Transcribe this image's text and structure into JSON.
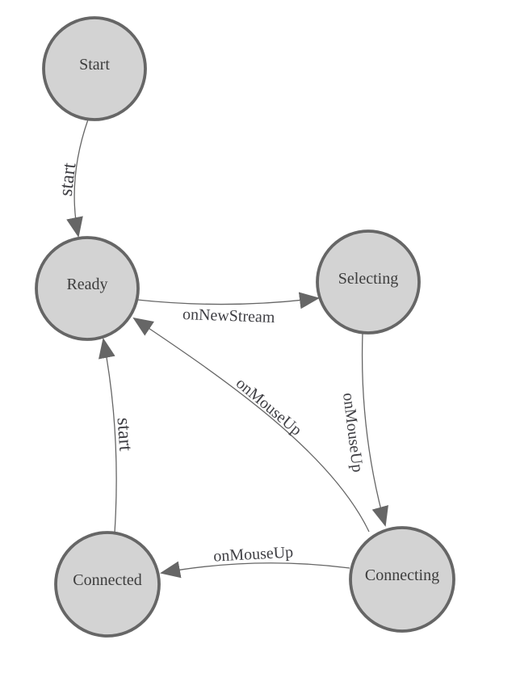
{
  "diagram": {
    "type": "state-machine",
    "nodes": [
      {
        "id": "start",
        "label": "Start"
      },
      {
        "id": "ready",
        "label": "Ready"
      },
      {
        "id": "selecting",
        "label": "Selecting"
      },
      {
        "id": "connecting",
        "label": "Connecting"
      },
      {
        "id": "connected",
        "label": "Connected"
      }
    ],
    "edges": [
      {
        "from": "start",
        "to": "ready",
        "label": "start"
      },
      {
        "from": "ready",
        "to": "selecting",
        "label": "onNewStream"
      },
      {
        "from": "selecting",
        "to": "connecting",
        "label": "onMouseUp"
      },
      {
        "from": "connecting",
        "to": "ready",
        "label": "onMouseUp"
      },
      {
        "from": "connecting",
        "to": "connected",
        "label": "onMouseUp"
      },
      {
        "from": "connected",
        "to": "ready",
        "label": "start"
      }
    ],
    "colors": {
      "node_fill": "#d3d3d3",
      "node_stroke": "#666666",
      "edge_stroke": "#666666",
      "arrow_fill": "#666666",
      "text": "#3d3d3d"
    }
  }
}
